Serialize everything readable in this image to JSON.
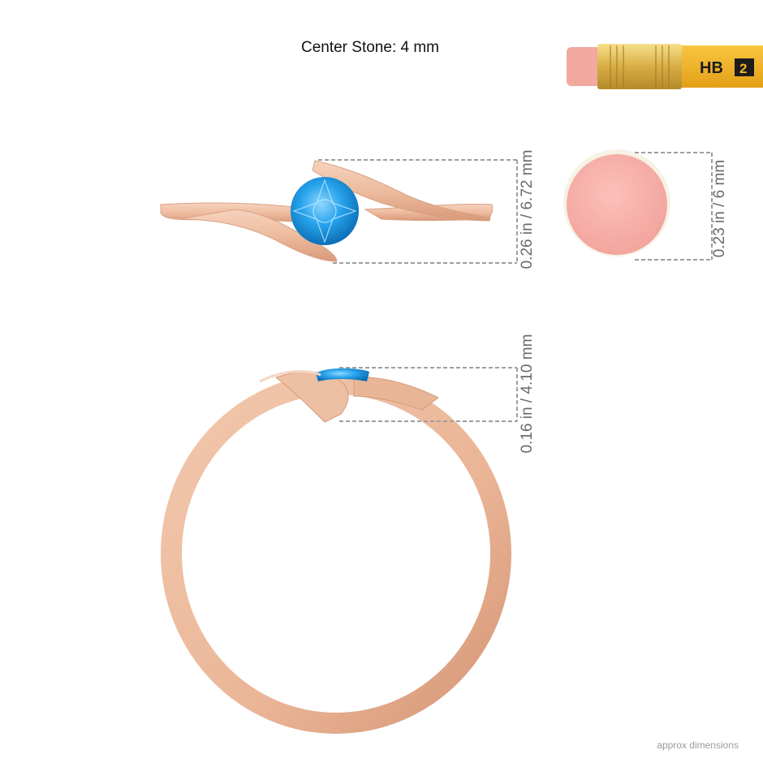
{
  "header": {
    "title": "Center Stone: 4 mm"
  },
  "pencil": {
    "grade": "HB",
    "number": "2"
  },
  "measurements": {
    "top_view_height": "0.26 in / 6.72 mm",
    "eraser_diameter": "0.23 in / 6 mm",
    "side_view_height": "0.16 in / 4.10 mm"
  },
  "footer": {
    "note": "approx dimensions"
  },
  "colors": {
    "gold": "#f0c2a5",
    "gold_dark": "#d99c7c",
    "stone": "#1f9be5",
    "eraser": "#f7b2ac",
    "pencil_body": "#f2b326",
    "ferrule": "#d9b24b",
    "dim_line": "#9e9e9e"
  }
}
